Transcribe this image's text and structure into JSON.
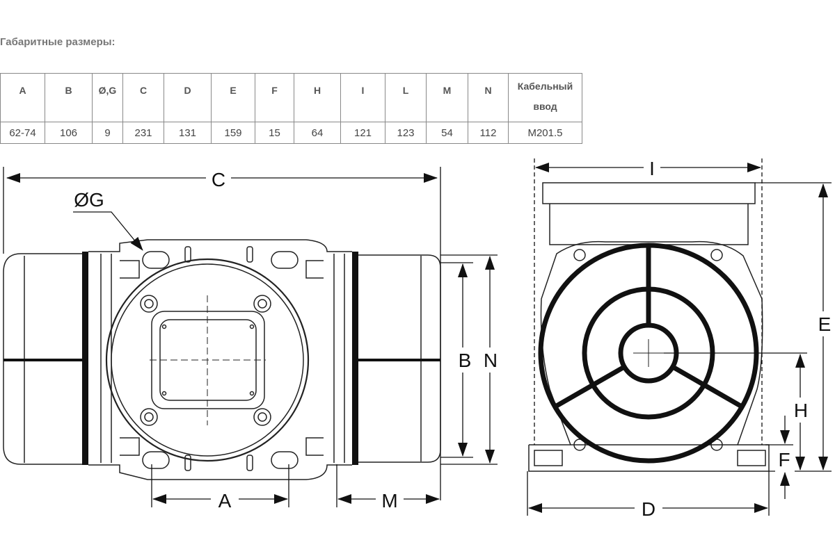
{
  "heading": "Габаритные размеры:",
  "table": {
    "headers": [
      "A",
      "B",
      "Ø,G",
      "C",
      "D",
      "E",
      "F",
      "H",
      "I",
      "L",
      "M",
      "N",
      "Кабельный ввод"
    ],
    "values": [
      "62-74",
      "106",
      "9",
      "231",
      "131",
      "159",
      "15",
      "64",
      "121",
      "123",
      "54",
      "112",
      "M201.5"
    ]
  },
  "labels": {
    "c": "C",
    "og": "ØG",
    "a": "A",
    "m": "M",
    "b": "B",
    "n": "N",
    "i": "I",
    "e": "E",
    "h": "H",
    "f": "F",
    "d": "D"
  }
}
